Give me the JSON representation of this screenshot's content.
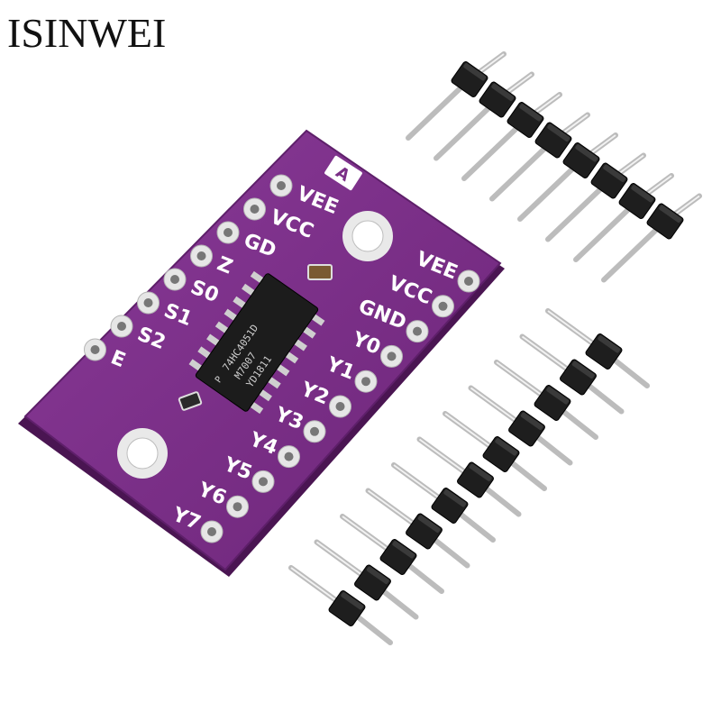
{
  "watermark": "ISINWEI",
  "board": {
    "left_labels": [
      "VEE",
      "VCC",
      "GD",
      "Z",
      "S0",
      "S1",
      "S2",
      "E"
    ],
    "right_labels": [
      "VEE",
      "VCC",
      "GND",
      "Y0",
      "Y1",
      "Y2",
      "Y3",
      "Y4",
      "Y5",
      "Y6",
      "Y7"
    ],
    "chip_lines": [
      "74HC4051D",
      "M7007",
      "YD1811"
    ],
    "chip_mark": "P",
    "logo": "A"
  },
  "colors": {
    "pcb": "#7a2f86",
    "pcb_edge": "#5e1f6a",
    "silkscreen": "#ffffff",
    "header_plastic": "#1e1e1e",
    "pins": "#d9d9d9"
  }
}
